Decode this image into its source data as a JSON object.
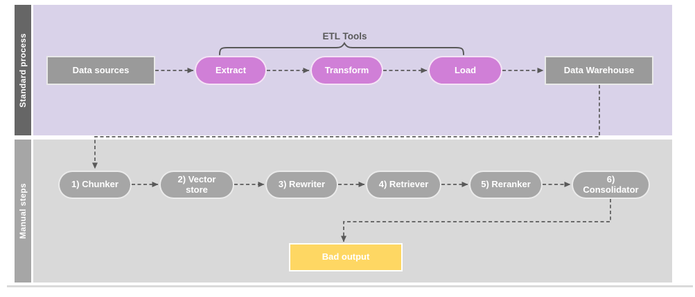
{
  "diagram": {
    "lanes": {
      "standard": {
        "label": "Standard process"
      },
      "manual": {
        "label": "Manual steps"
      }
    },
    "etl_tools_label": "ETL Tools",
    "nodes": {
      "data_sources": "Data sources",
      "extract": "Extract",
      "transform": "Transform",
      "load": "Load",
      "data_warehouse": "Data Warehouse",
      "chunker": "1) Chunker",
      "vector_store": "2) Vector store",
      "rewriter": "3) Rewriter",
      "retriever": "4) Retriever",
      "reranker": "5) Reranker",
      "consolidator": "6) Consolidator",
      "bad_output": "Bad output"
    },
    "colors": {
      "lane_standard_bar": "#666666",
      "lane_standard_fill": "#d9d2e9",
      "lane_manual_bar": "#a6a6a6",
      "lane_manual_fill": "#d9d9d9",
      "etl_pill_fill": "#d07fd7",
      "gray_box_fill": "#9a9a9a",
      "manual_pill_fill": "#a6a6a6",
      "bad_output_fill": "#fed763",
      "connector": "#595959"
    }
  }
}
